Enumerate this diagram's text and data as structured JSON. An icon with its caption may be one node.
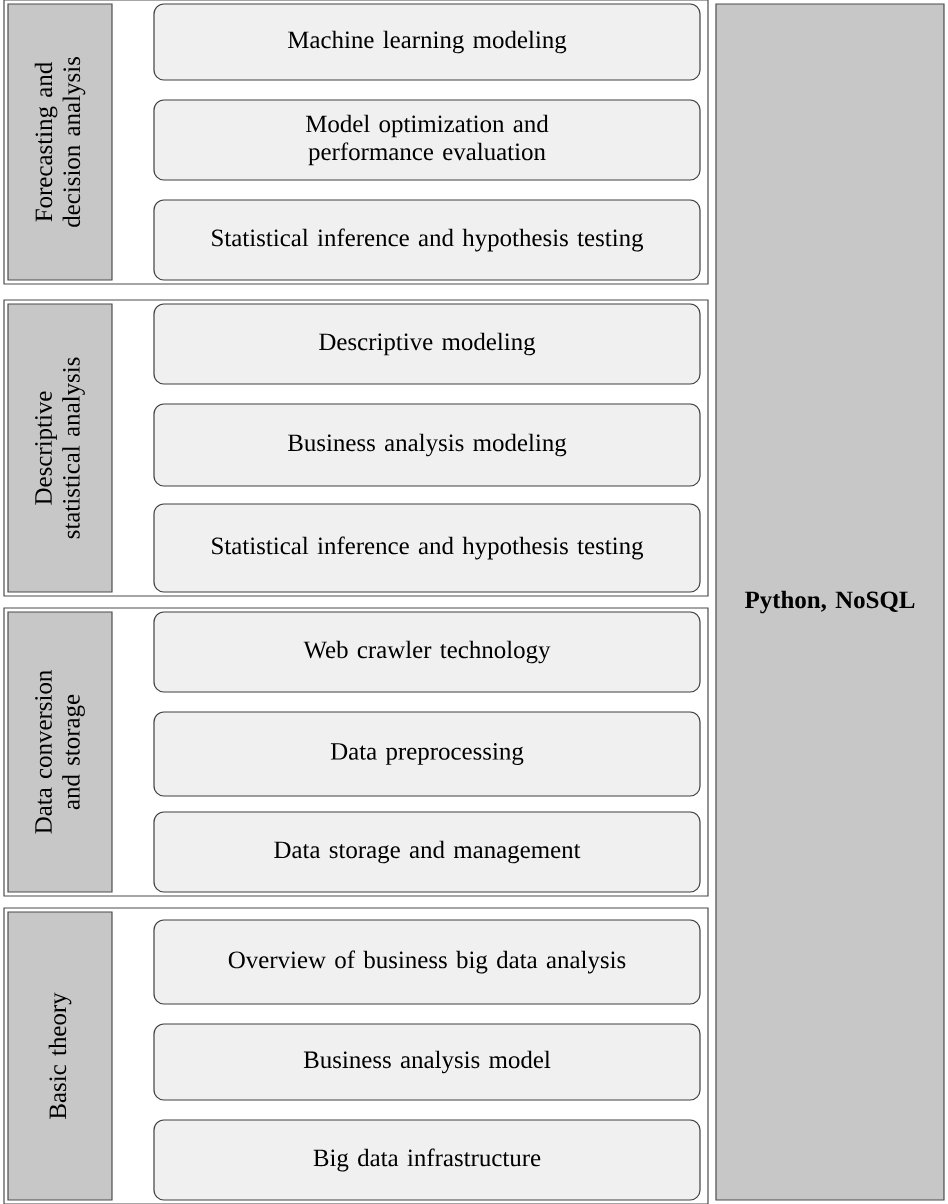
{
  "diagram": {
    "nodes": [
      {
        "text": [
          "Forecasting and decision analysis"
        ]
      },
      {
        "text": [
          "Machine learning modeling"
        ]
      },
      {
        "text": [
          "Model optimization and performance evaluation"
        ]
      },
      {
        "text": [
          "Statistical inference and hypothesis testing"
        ]
      },
      {
        "text": [
          "Descriptive statistical analysis"
        ]
      },
      {
        "text": [
          "Descriptive modeling"
        ]
      },
      {
        "text": [
          "Business analysis modeling"
        ]
      },
      {
        "text": [
          "Statistical inference and hypothesis testing"
        ]
      },
      {
        "text": [
          "Data conversion and storage"
        ]
      },
      {
        "text": [
          "Web crawler technology"
        ]
      },
      {
        "text": [
          "Data preprocessing"
        ]
      },
      {
        "text": [
          "Data storage and management"
        ]
      },
      {
        "text": [
          "Basic theory"
        ]
      },
      {
        "text": [
          "Overview of business big data analysis"
        ]
      },
      {
        "text": [
          "Business analysis model"
        ]
      },
      {
        "text": [
          "Big data infrastructure"
        ]
      },
      {
        "text": [
          "Python, NoSQL"
        ]
      }
    ]
  }
}
